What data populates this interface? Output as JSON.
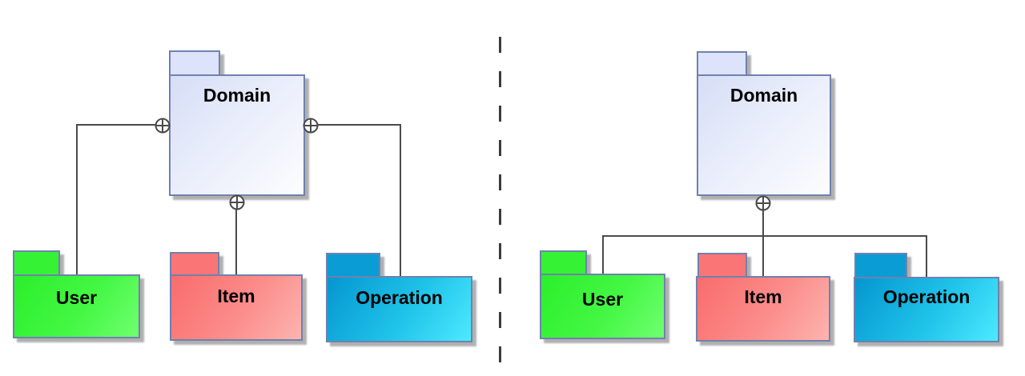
{
  "panels": [
    {
      "id": "left",
      "domain": {
        "label": "Domain"
      },
      "packages": [
        {
          "label": "User"
        },
        {
          "label": "Item"
        },
        {
          "label": "Operation"
        }
      ],
      "relationships": [
        {
          "from": "Domain",
          "to": "User",
          "type": "containment"
        },
        {
          "from": "Domain",
          "to": "Item",
          "type": "containment"
        },
        {
          "from": "Domain",
          "to": "Operation",
          "type": "containment"
        }
      ]
    },
    {
      "id": "right",
      "domain": {
        "label": "Domain"
      },
      "packages": [
        {
          "label": "User"
        },
        {
          "label": "Item"
        },
        {
          "label": "Operation"
        }
      ],
      "relationships": [
        {
          "from": "Domain",
          "to": "User",
          "type": "containment"
        },
        {
          "from": "Domain",
          "to": "Item",
          "type": "containment"
        },
        {
          "from": "Domain",
          "to": "Operation",
          "type": "containment"
        }
      ]
    }
  ],
  "colors": {
    "package_border": "#7081ad",
    "connector_line": "#4a4a4a",
    "shadow": "#b0b0b0",
    "divider": "#3b3b3b",
    "domain_fill_start": "#d6def6",
    "domain_fill_end": "#fdfdff",
    "user_fill_start": "#2bef2b",
    "user_fill_end": "#70ff70",
    "item_fill_start": "#f96c6c",
    "item_fill_end": "#fdb4b0",
    "operation_fill_start": "#0596d0",
    "operation_fill_end": "#4deaff",
    "label_text": "#000000"
  },
  "icons": {
    "containment_anchor": "circled-plus"
  }
}
